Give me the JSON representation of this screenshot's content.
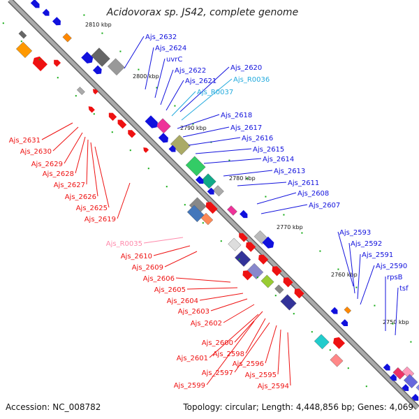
{
  "title": "Acidovorax sp. JS42, complete genome",
  "footer": {
    "accession": "Accession: NC_008782",
    "summary": "Topology: circular; Length: 4,448,856 bp; Genes: 4,069"
  },
  "colors": {
    "forward": "#1111dd",
    "reverse": "#ee1111",
    "rna": "#22bbcc",
    "pseudo": "#ff99bb",
    "backbone": "#999999",
    "tick": "#11aa11"
  },
  "ticks": [
    "2810 kbp",
    "2800 kbp",
    "2790 kbp",
    "2780 kbp",
    "2770 kbp",
    "2760 kbp",
    "2750 kbp"
  ],
  "labels_forward": [
    "Ajs_2632",
    "Ajs_2624",
    "uvrC",
    "Ajs_2622",
    "Ajs_2621",
    "Ajs_2620",
    "Ajs_R0037",
    "Ajs_R0036",
    "Ajs_2618",
    "Ajs_2617",
    "Ajs_2616",
    "Ajs_2615",
    "Ajs_2614",
    "Ajs_2613",
    "Ajs_2611",
    "Ajs_2608",
    "Ajs_2607",
    "Ajs_2593",
    "Ajs_2592",
    "Ajs_2591",
    "Ajs_2590",
    "rpsB",
    "tsf"
  ],
  "labels_reverse": [
    "Ajs_2631",
    "Ajs_2630",
    "Ajs_2629",
    "Ajs_2628",
    "Ajs_2627",
    "Ajs_2626",
    "Ajs_2625",
    "Ajs_2619",
    "Ajs_R0035",
    "Ajs_2610",
    "Ajs_2609",
    "Ajs_2606",
    "Ajs_2605",
    "Ajs_2604",
    "Ajs_2603",
    "Ajs_2602",
    "Ajs_2600",
    "Ajs_2601",
    "Ajs_2598",
    "Ajs_2597",
    "Ajs_2596",
    "Ajs_2599",
    "Ajs_2595",
    "Ajs_2594"
  ]
}
